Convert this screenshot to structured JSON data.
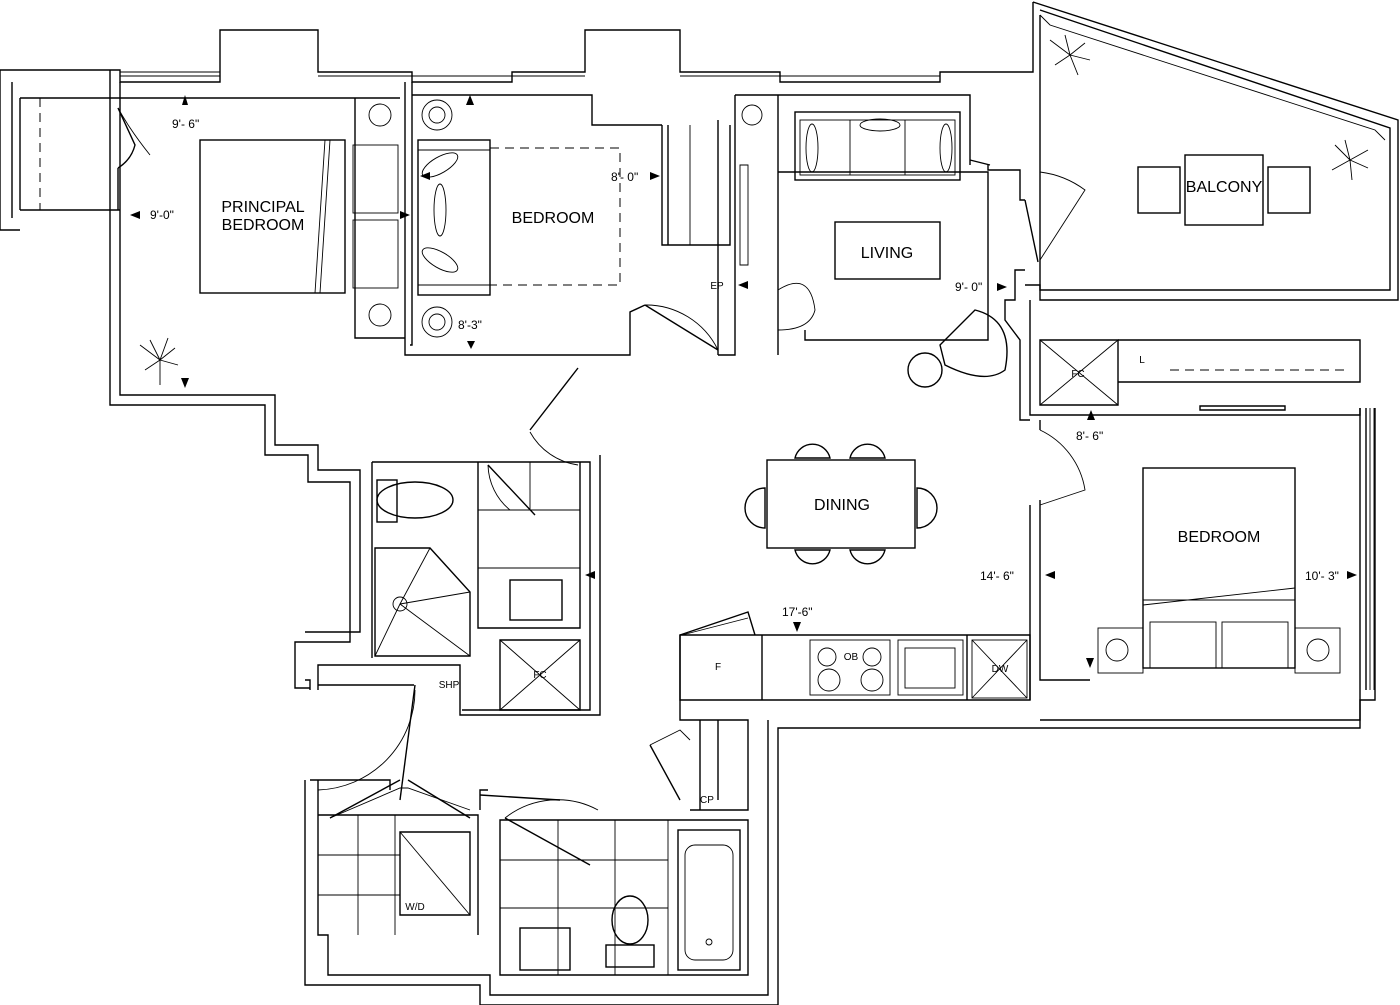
{
  "rooms": {
    "principal_bedroom_line1": "PRINCIPAL",
    "principal_bedroom_line2": "BEDROOM",
    "bedroom_2": "BEDROOM",
    "living": "LIVING",
    "balcony": "BALCONY",
    "dining": "DINING",
    "bedroom_3": "BEDROOM"
  },
  "dimensions": {
    "principal_top": "9'- 6\"",
    "principal_side": "9'-0\"",
    "bedroom2_right": "8'- 0\"",
    "bedroom2_bottom": "8'-3\"",
    "living_right": "9'- 0\"",
    "bedroom3_top": "8'- 6\"",
    "bedroom3_left": "14'- 6\"",
    "bedroom3_right": "10'- 3\"",
    "kitchen": "17'-6\""
  },
  "tags": {
    "electrical_panel": "EP",
    "fan_coil_1": "FC",
    "fan_coil_2": "FC",
    "linen": "L",
    "fridge": "F",
    "oven": "OB",
    "dishwasher": "DW",
    "shelf": "SHP",
    "closet_pantry": "CP",
    "washer_dryer": "W/D"
  },
  "icons": [
    "plant-icon",
    "arrow-marker-icon",
    "light-fixture-icon"
  ]
}
